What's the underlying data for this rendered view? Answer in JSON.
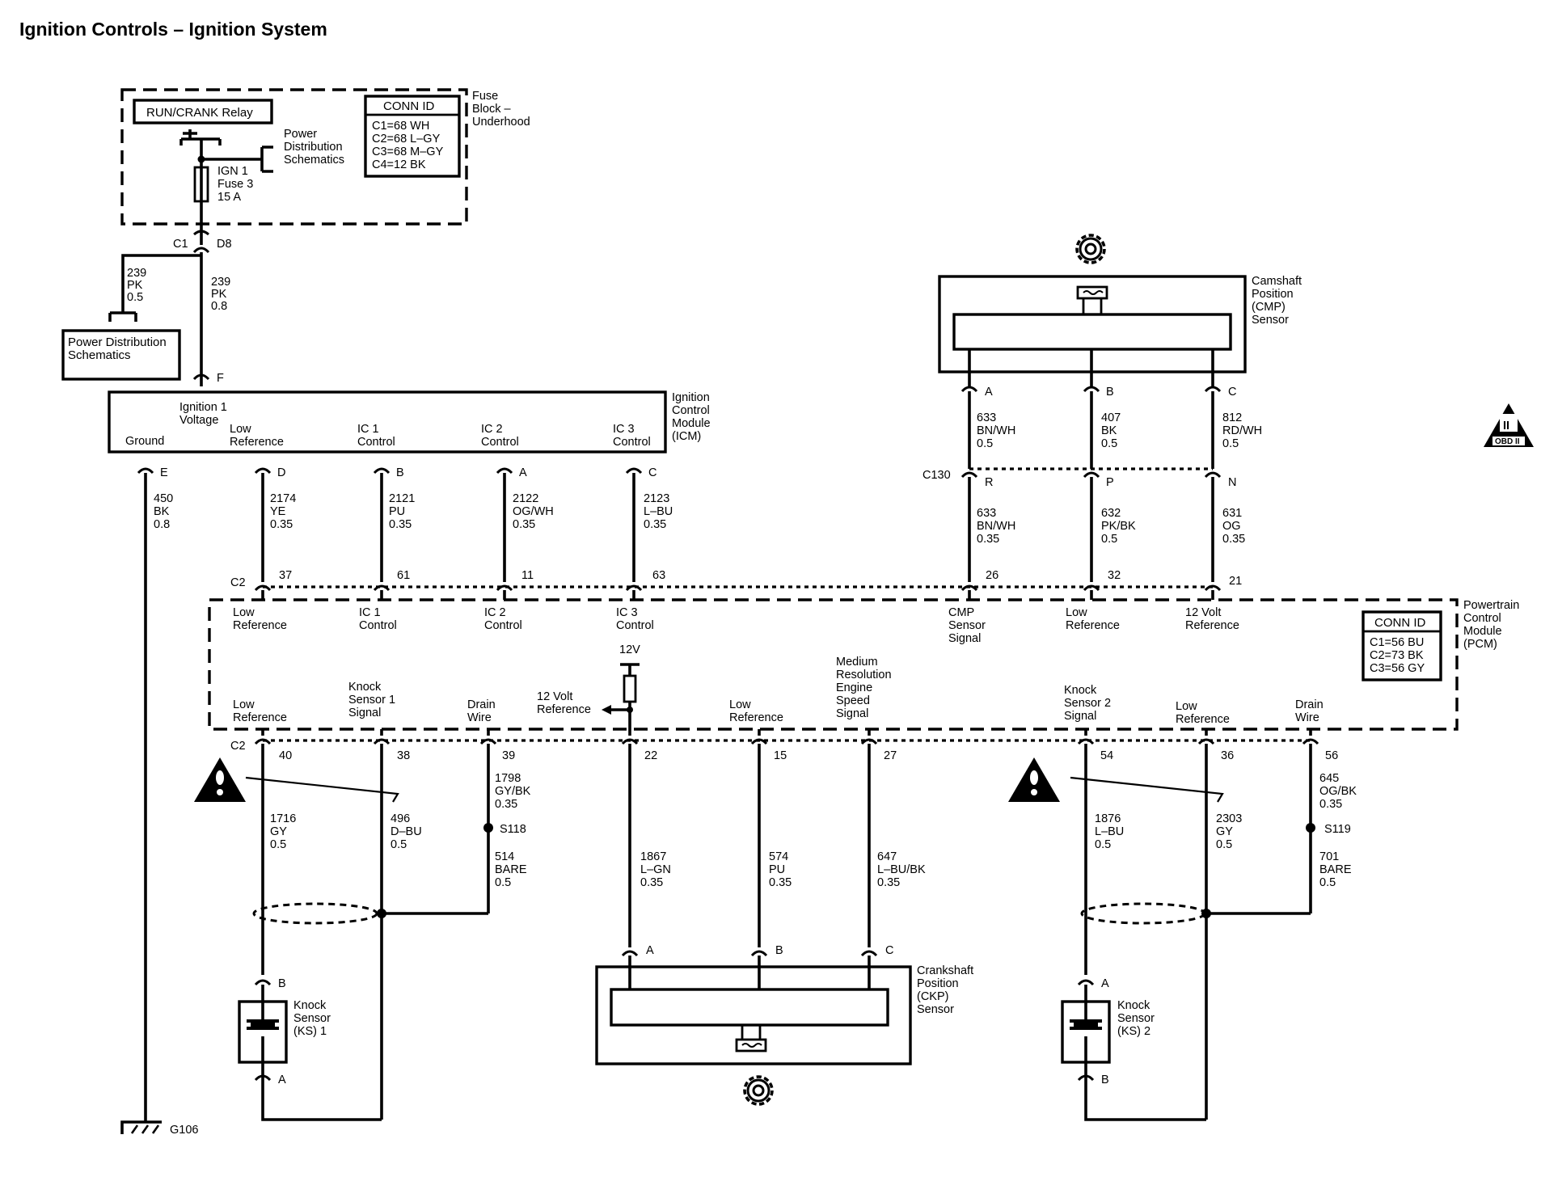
{
  "title": "Ignition Controls – Ignition System",
  "fuse_block": {
    "name_lines": [
      "Fuse",
      "Block –",
      "Underhood"
    ],
    "relay": "RUN/CRANK Relay",
    "power_dist_lines": [
      "Power",
      "Distribution",
      "Schematics"
    ],
    "fuse_lines": [
      "IGN 1",
      "Fuse 3",
      "15 A"
    ],
    "conn_header": "CONN ID",
    "conn_lines": [
      "C1=68 WH",
      "C2=68 L–GY",
      "C3=68 M–GY",
      "C4=12 BK"
    ],
    "c1": "C1",
    "c1_pin": "D8"
  },
  "power_box_lines": [
    "Power Distribution",
    "Schematics"
  ],
  "wire_239_left": [
    "239",
    "PK",
    "0.5"
  ],
  "wire_239_right": [
    "239",
    "PK",
    "0.8"
  ],
  "icm": {
    "name_lines": [
      "Ignition",
      "Control",
      "Module",
      "(ICM)"
    ],
    "pin_f": "F",
    "labels": {
      "ign": [
        "Ignition 1",
        "Voltage"
      ],
      "ground": "Ground",
      "low_ref": [
        "Low",
        "Reference"
      ],
      "ic1": [
        "IC 1",
        "Control"
      ],
      "ic2": [
        "IC 2",
        "Control"
      ],
      "ic3": [
        "IC 3",
        "Control"
      ]
    },
    "pins": [
      "E",
      "D",
      "B",
      "A",
      "C"
    ],
    "wires": [
      [
        "450",
        "BK",
        "0.8"
      ],
      [
        "2174",
        "YE",
        "0.35"
      ],
      [
        "2121",
        "PU",
        "0.35"
      ],
      [
        "2122",
        "OG/WH",
        "0.35"
      ],
      [
        "2123",
        "L–BU",
        "0.35"
      ]
    ]
  },
  "cmp": {
    "name_lines": [
      "Camshaft",
      "Position",
      "(CMP)",
      "Sensor"
    ],
    "pins": [
      "A",
      "B",
      "C"
    ],
    "wires_top": [
      [
        "633",
        "BN/WH",
        "0.5"
      ],
      [
        "407",
        "BK",
        "0.5"
      ],
      [
        "812",
        "RD/WH",
        "0.5"
      ]
    ],
    "c130": "C130",
    "c130_pins": [
      "R",
      "P",
      "N"
    ],
    "wires_bottom": [
      [
        "633",
        "BN/WH",
        "0.35"
      ],
      [
        "632",
        "PK/BK",
        "0.5"
      ],
      [
        "631",
        "OG",
        "0.35"
      ]
    ]
  },
  "obd": "OBD II",
  "obd_numeral": "II",
  "pcm": {
    "name_lines": [
      "Powertrain",
      "Control",
      "Module",
      "(PCM)"
    ],
    "conn_header": "CONN ID",
    "conn_lines": [
      "C1=56 BU",
      "C2=73 BK",
      "C3=56 GY"
    ],
    "c2": "C2",
    "top_pins": [
      "37",
      "61",
      "11",
      "63",
      "26",
      "32",
      "21"
    ],
    "top_labels": [
      [
        "Low",
        "Reference"
      ],
      [
        "IC 1",
        "Control"
      ],
      [
        "IC 2",
        "Control"
      ],
      [
        "IC 3",
        "Control"
      ],
      [
        "CMP",
        "Sensor",
        "Signal"
      ],
      [
        "Low",
        "Reference"
      ],
      [
        "12 Volt",
        "Reference"
      ]
    ],
    "v12": "12V",
    "ref12": [
      "12 Volt",
      "Reference"
    ],
    "bottom_labels": [
      [
        "Low",
        "Reference"
      ],
      [
        "Knock",
        "Sensor 1",
        "Signal"
      ],
      [
        "Drain",
        "Wire"
      ],
      [
        "Low",
        "Reference"
      ],
      [
        "Medium",
        "Resolution",
        "Engine",
        "Speed",
        "Signal"
      ],
      [
        "Knock",
        "Sensor 2",
        "Signal"
      ],
      [
        "Low",
        "Reference"
      ],
      [
        "Drain",
        "Wire"
      ]
    ],
    "bottom_pins": [
      "40",
      "38",
      "39",
      "22",
      "15",
      "27",
      "54",
      "36",
      "56"
    ]
  },
  "lower_wires": {
    "w1716": [
      "1716",
      "GY",
      "0.5"
    ],
    "w496": [
      "496",
      "D–BU",
      "0.5"
    ],
    "w1798": [
      "1798",
      "GY/BK",
      "0.35"
    ],
    "s118": "S118",
    "w514": [
      "514",
      "BARE",
      "0.5"
    ],
    "w1867": [
      "1867",
      "L–GN",
      "0.35"
    ],
    "w574": [
      "574",
      "PU",
      "0.35"
    ],
    "w647": [
      "647",
      "L–BU/BK",
      "0.35"
    ],
    "w1876": [
      "1876",
      "L–BU",
      "0.5"
    ],
    "w2303": [
      "2303",
      "GY",
      "0.5"
    ],
    "w645": [
      "645",
      "OG/BK",
      "0.35"
    ],
    "s119": "S119",
    "w701": [
      "701",
      "BARE",
      "0.5"
    ]
  },
  "ckp": {
    "name_lines": [
      "Crankshaft",
      "Position",
      "(CKP)",
      "Sensor"
    ],
    "pins": [
      "A",
      "B",
      "C"
    ]
  },
  "ks1": {
    "name_lines": [
      "Knock",
      "Sensor",
      "(KS) 1"
    ],
    "pins": [
      "B",
      "A"
    ]
  },
  "ks2": {
    "name_lines": [
      "Knock",
      "Sensor",
      "(KS) 2"
    ],
    "pins": [
      "A",
      "B"
    ]
  },
  "ground": "G106"
}
